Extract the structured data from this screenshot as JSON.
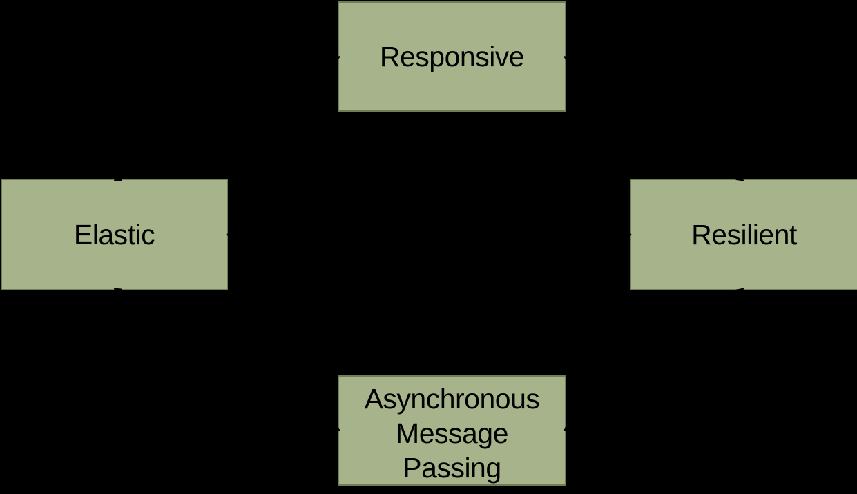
{
  "diagram": {
    "background_color": "#000000",
    "node_fill_color": "#a7b38a",
    "node_border_color": "#6f7e55",
    "node_text_color": "#000000",
    "arrow_color": "#000000",
    "nodes": [
      {
        "id": "responsive",
        "label": "Responsive"
      },
      {
        "id": "elastic",
        "label": "Elastic"
      },
      {
        "id": "resilient",
        "label": "Resilient"
      },
      {
        "id": "async-message-passing",
        "label": "Asynchronous\nMessage\nPassing"
      }
    ],
    "edges": [
      {
        "from": "elastic",
        "to": "responsive",
        "style": "double-arrow",
        "line": [
          165.5,
          262,
          492,
          82
        ]
      },
      {
        "from": "resilient",
        "to": "responsive",
        "style": "double-arrow",
        "line": [
          1076.5,
          262,
          817,
          82
        ]
      },
      {
        "from": "async-message-passing",
        "to": "elastic",
        "style": "double-arrow",
        "line": [
          492,
          624,
          165.5,
          418
        ]
      },
      {
        "from": "async-message-passing",
        "to": "resilient",
        "style": "double-arrow",
        "line": [
          817,
          624,
          1076.5,
          418
        ]
      },
      {
        "from": "elastic",
        "to": "resilient",
        "style": "double-arrow",
        "line": [
          328,
          340,
          914,
          340
        ]
      }
    ]
  }
}
